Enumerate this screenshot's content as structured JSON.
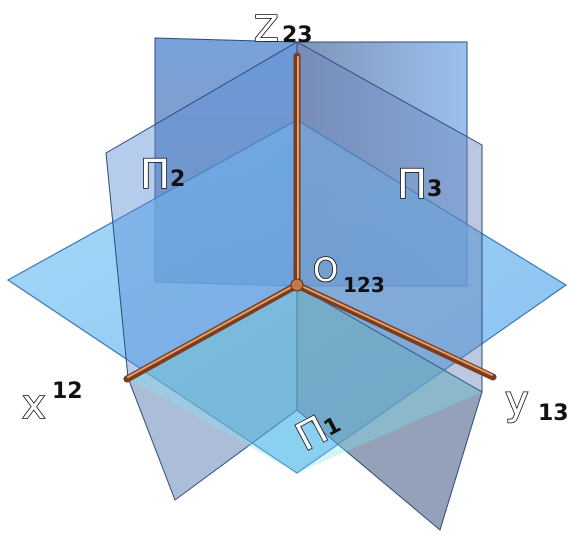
{
  "diagram": {
    "planes": {
      "horizontal": {
        "letter": "Π",
        "index": "1"
      },
      "frontal": {
        "letter": "Π",
        "index": "2"
      },
      "profile": {
        "letter": "Π",
        "index": "3"
      }
    },
    "axes": {
      "x": {
        "letter": "x",
        "index": "12"
      },
      "y": {
        "letter": "y",
        "index": "13"
      },
      "z": {
        "letter": "Z",
        "index": "23"
      }
    },
    "origin": {
      "letter": "O",
      "index": "123"
    }
  },
  "colors": {
    "plane_blue": "#4f8fe0",
    "plane_light": "#8cc4f4",
    "plane_dark": "#3f6aa8",
    "axis_copper": "#b86a3c",
    "label_outline": "#111111"
  }
}
